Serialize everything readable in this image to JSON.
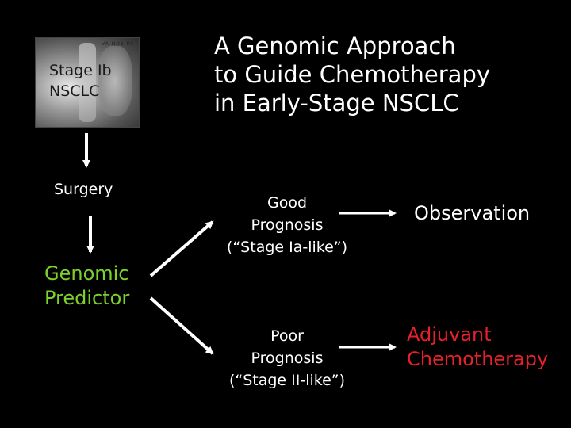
{
  "xray": {
    "label": "Stage Ib\nNSCLC",
    "tag": "VA HOS\nPA"
  },
  "title": "A Genomic Approach\nto Guide Chemotherapy\nin Early-Stage NSCLC",
  "steps": {
    "surgery": "Surgery",
    "predictor": "Genomic\nPredictor"
  },
  "outcomes": {
    "good": "Good\nPrognosis\n(“Stage Ia-like”)",
    "poor": "Poor\nPrognosis\n(“Stage II-like”)"
  },
  "actions": {
    "observation": "Observation",
    "adjuvant": "Adjuvant\nChemotherapy"
  },
  "colors": {
    "background": "#000000",
    "predictor": "#7cd12c",
    "adjuvant": "#e8202a",
    "text": "#ffffff"
  }
}
